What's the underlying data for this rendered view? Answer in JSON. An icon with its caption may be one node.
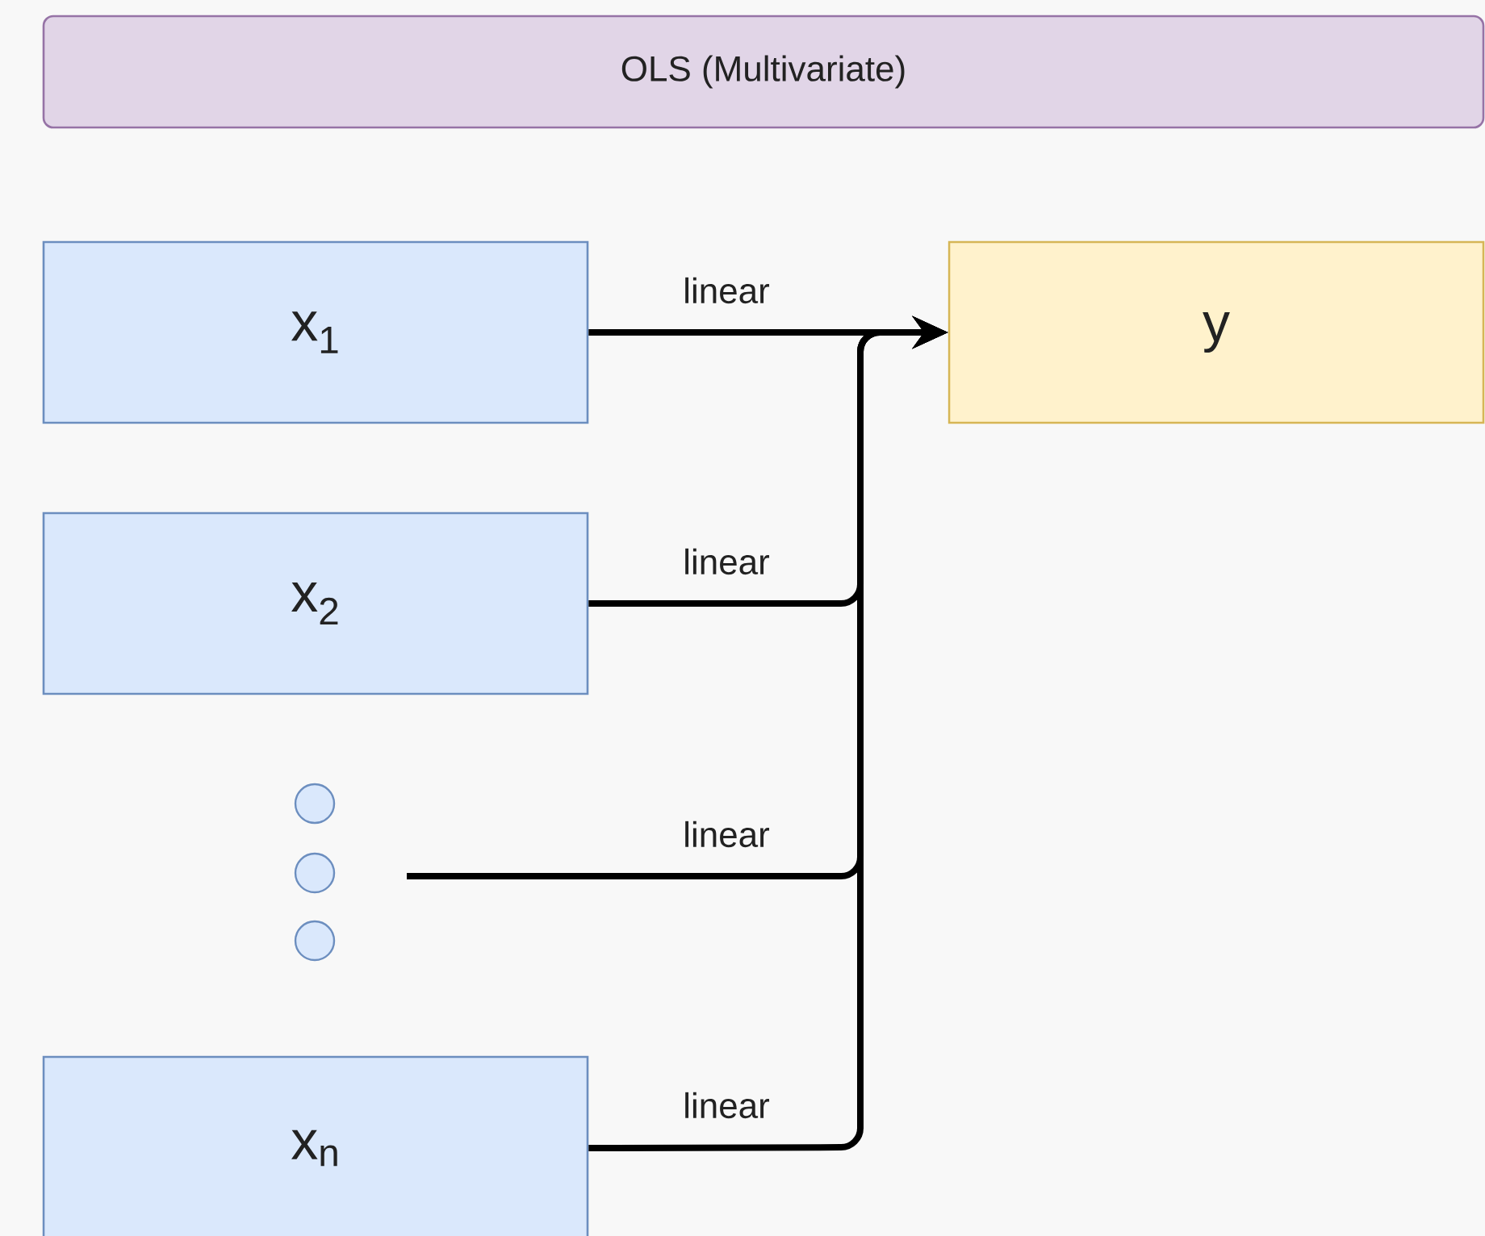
{
  "diagram": {
    "nodes": [
      {
        "text": [
          "OLS (Multivariate)"
        ]
      },
      {
        "text": [
          "x$_{1}$"
        ]
      },
      {
        "text": [
          "x$_{2}$"
        ]
      },
      {
        "text": [
          "x$_{n}$"
        ]
      },
      {
        "text": [
          "y"
        ]
      }
    ],
    "edges": [
      {
        "from": 1,
        "to": 4,
        "arrow": "to",
        "label": "linear"
      },
      {
        "from": 2,
        "to": 4,
        "arrow": "to",
        "label": "linear"
      },
      {
        "from": null,
        "to": 4,
        "arrow": "to",
        "label": "linear"
      },
      {
        "from": 3,
        "to": 4,
        "arrow": "to",
        "label": "linear"
      }
    ]
  }
}
